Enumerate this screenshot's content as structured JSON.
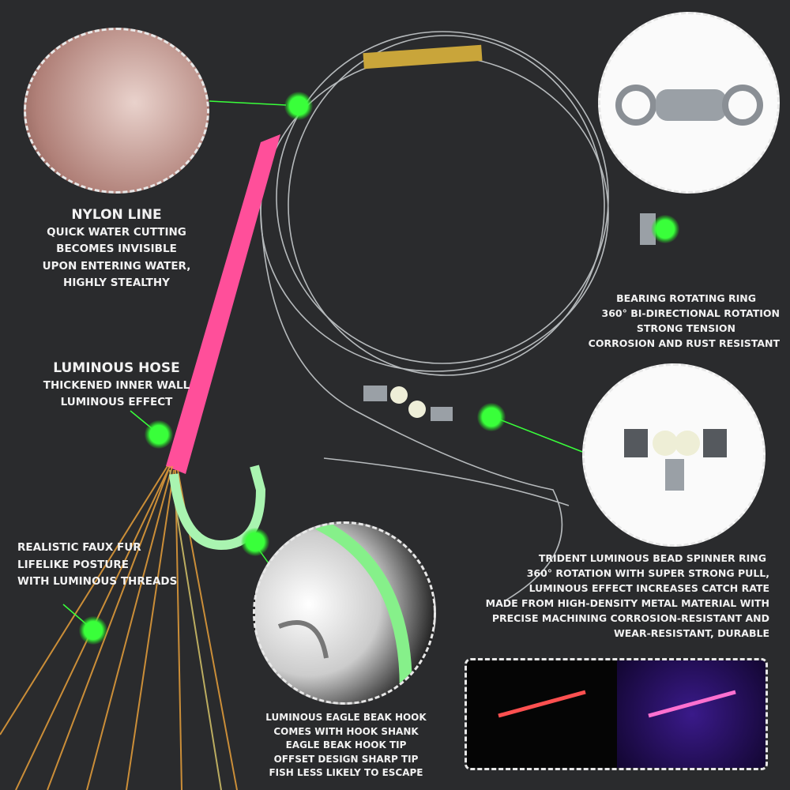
{
  "nylon_line": {
    "title": "NYLON LINE",
    "lines": [
      "QUICK WATER CUTTING",
      "BECOMES INVISIBLE",
      "UPON ENTERING WATER,",
      "HIGHLY STEALTHY"
    ]
  },
  "luminous_hose": {
    "title": "LUMINOUS HOSE",
    "lines": [
      "THICKENED INNER WALL",
      "LUMINOUS EFFECT"
    ]
  },
  "faux_fur": {
    "lines": [
      "REALISTIC FAUX FUR",
      "LIFELIKE POSTURE",
      "WITH LUMINOUS THREADS"
    ]
  },
  "bearing_ring": {
    "lines": [
      "BEARING ROTATING RING",
      "360° BI-DIRECTIONAL ROTATION",
      "STRONG TENSION",
      "CORROSION AND RUST RESISTANT"
    ]
  },
  "trident": {
    "lines": [
      "TRIDENT LUMINOUS BEAD SPINNER RING",
      "360° ROTATION WITH SUPER STRONG PULL,",
      "LUMINOUS EFFECT INCREASES CATCH RATE",
      "MADE FROM HIGH-DENSITY METAL MATERIAL WITH",
      "PRECISE MACHINING CORROSION-RESISTANT AND",
      "WEAR-RESISTANT, DURABLE"
    ]
  },
  "hook": {
    "lines": [
      "LUMINOUS EAGLE BEAK HOOK",
      "COMES WITH HOOK SHANK",
      "EAGLE BEAK HOOK TIP",
      "OFFSET DESIGN SHARP TIP",
      "FISH LESS LIKELY TO ESCAPE"
    ]
  },
  "colors": {
    "background": "#2a2b2d",
    "glow": "#39ff3a",
    "hose": "#ff4f9a"
  }
}
